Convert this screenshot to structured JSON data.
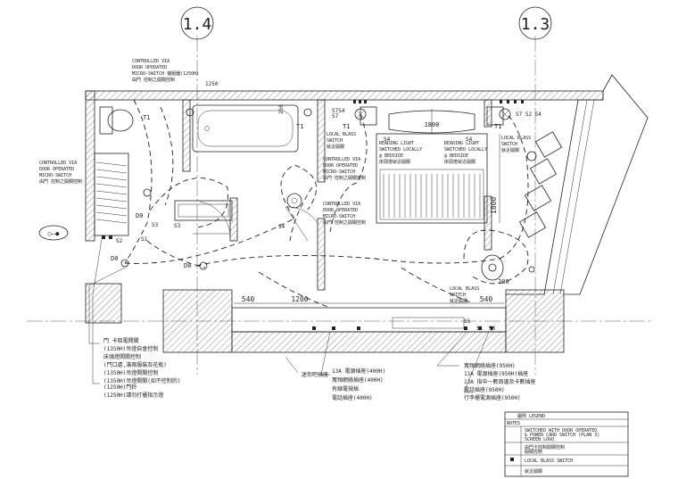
{
  "grid_marks": [
    {
      "id": "left",
      "label": "1.4"
    },
    {
      "id": "right",
      "label": "1.3"
    }
  ],
  "dimensions": {
    "bed_width": "1800",
    "bed_height": "1800",
    "desk_length": "1200",
    "desk_left": "540",
    "desk_right": "540",
    "bath_side": "1250",
    "top_gap": "250"
  },
  "switch_codes": {
    "s1": "S7",
    "s2": "S7S4",
    "s3": "S4",
    "s4": "S4",
    "s5": "S3",
    "s6": "S7 S2 S4",
    "s7": "S4",
    "s8": "S2",
    "s9": "S1",
    "s10": "S3",
    "s11": "S5",
    "s12": "S1",
    "s13": "S6"
  },
  "light_codes": {
    "l1": "T1",
    "l2": "T1",
    "l3": "T1",
    "l4": "T1",
    "d1": "D0",
    "d2": "D0",
    "d3": "D0",
    "d4": "200"
  },
  "notes": {
    "top_left": [
      "CONTROLLED VIA",
      "DOOR OPERATED",
      "MICRO-SWITCH 儀服器(1250H)",
      "由門 控制之開關控制"
    ],
    "left": [
      "CONTROLLED VIA",
      "DOOR OPERATED",
      "MICRO-SWITCH",
      "由門 控制之開關控制"
    ],
    "mid_a": [
      "CONTROLLED VIA",
      "DOOR OPERATED",
      "MICRO-SWITCH",
      "由門 控制之開關控制"
    ],
    "mid_b": [
      "CONTROLLED VIA",
      "DOOR OPERATED",
      "MICRO-SWITCH",
      "由門 控制之開關控制"
    ],
    "bed_head_a": [
      "LOCAL BLASS",
      "SWITCH",
      "就近開關"
    ],
    "reading_l": [
      "READING LIGHT",
      "SWITCHED LOCALLY",
      "@ BEDSIDE",
      "床頭燈就近開關"
    ],
    "reading_r": [
      "READING LIGHT",
      "SWITCHED LOCALLY",
      "@ BEDSIDE",
      "床頭燈就近開關"
    ],
    "bed_head_b": [
      "LOCAL BLASS",
      "SWITCH",
      "就近開關"
    ],
    "desk_switch": [
      "LOCAL BLASS",
      "SWITCH",
      "就近開關"
    ]
  },
  "legend_left": [
    "門 卡取電開關",
    "(1350H)吊燈自會控制",
    "床頭燈開關控制",
    "(門口處,滿兩服裝及花瓶)",
    "(1350H)吊燈開關控制",
    "(1350H)吊燈開關(如不控制的)"
  ],
  "legend_left2": [
    "(1250H)門鈴",
    "(1250H)請勿打擾指示燈"
  ],
  "legend_mid": [
    "迷你吧插座"
  ],
  "legend_center": [
    "13A 電源插座(400H)",
    "寬頻網絡插座(400H)",
    "有線電視插",
    "電話插座(400H)"
  ],
  "legend_right": [
    "寬頻網絡插座(950H)",
    "13A 電源插座(950H)插座",
    "13A 指中一數周邊及卡數插座",
    "電話插座(950H)",
    "行李櫃電源插座(950H)"
  ],
  "title_block": {
    "header": "圖例 LEGEND",
    "sub": "NOTES",
    "row1": [
      "SWITCHED WITH DOOR OPERATED",
      "& POWER CARD SWITCH (PLAN 3)",
      "SCREEN LOGO"
    ],
    "row2": "由門卡控制開關控制",
    "row3": "開關控制",
    "row4": "LOCAL BLASS SWITCH",
    "row5": "就近開關"
  },
  "symbol_label": "○—●"
}
